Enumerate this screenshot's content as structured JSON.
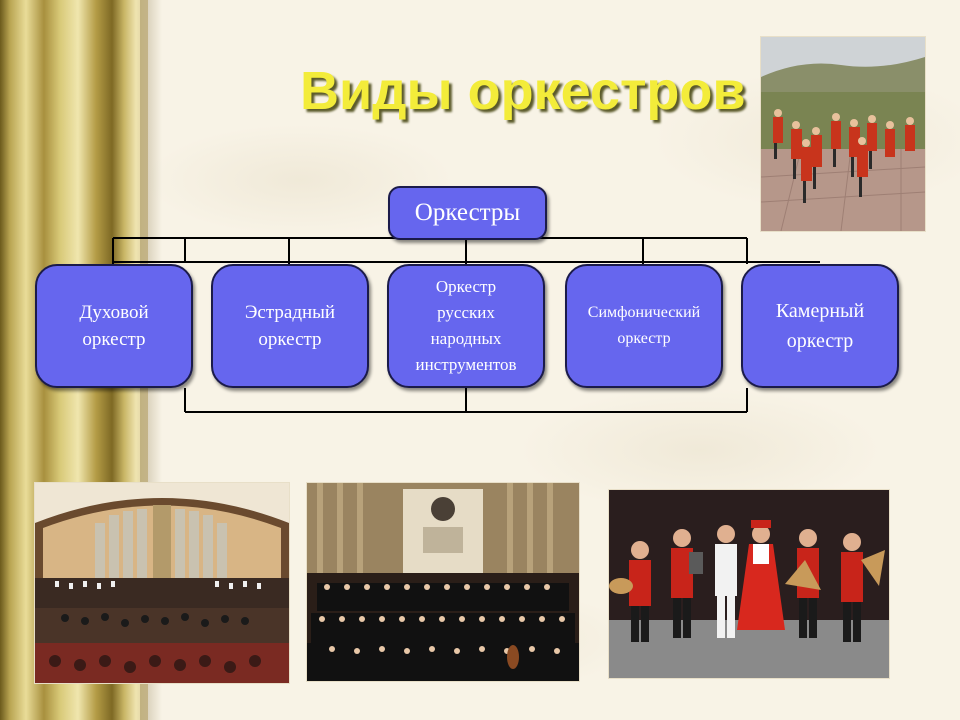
{
  "title": "Виды оркестров",
  "diagram": {
    "root": "Оркестры",
    "children": [
      "Духовой\nоркестр",
      "Эстрадный\nоркестр",
      "Оркестр\nрусских\nнародных\nинструментов",
      "Симфонический\nоркестр",
      "Камерный\nоркестр"
    ]
  },
  "colors": {
    "title": "#f3ec3a",
    "node_fill": "#6666ee",
    "node_border": "#1b1b4a",
    "connector": "#000000"
  },
  "photos": [
    "brass-band-outdoors-photo",
    "concert-hall-orchestra-photo",
    "symphony-orchestra-stage-photo",
    "folk-ensemble-costumes-photo"
  ]
}
